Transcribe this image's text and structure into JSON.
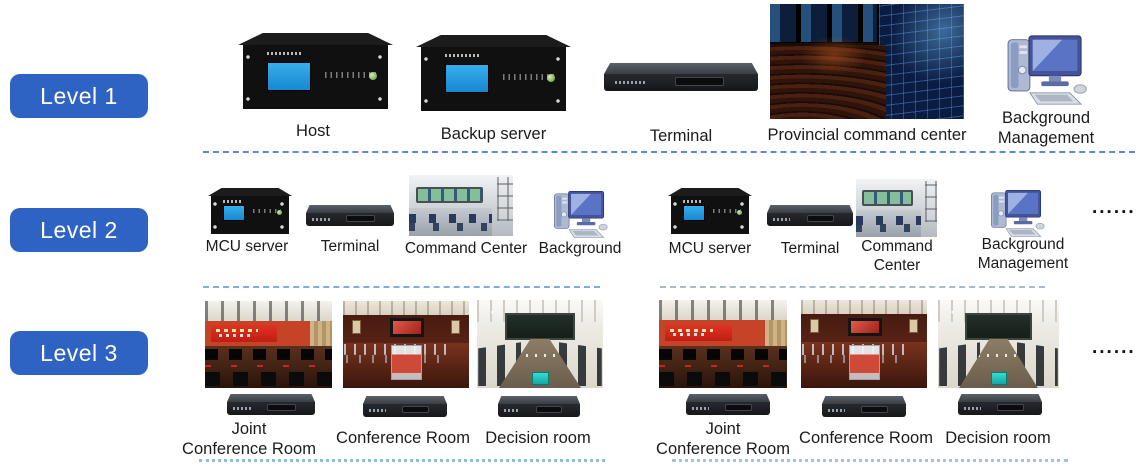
{
  "diagram": {
    "level1": {
      "badge": "Level 1",
      "host": "Host",
      "backup": "Backup server",
      "terminal": "Terminal",
      "provincial": "Provincial command center",
      "background_lines": [
        "Background",
        "Management"
      ]
    },
    "level2": {
      "badge": "Level 2",
      "ellipsis": "......",
      "groups": [
        {
          "mcu": "MCU server",
          "terminal": "Terminal",
          "command_center": "Command Center",
          "background": "Background"
        },
        {
          "mcu": "MCU server",
          "terminal": "Terminal",
          "command_center_lines": [
            "Command",
            "Center"
          ],
          "background_lines": [
            "Background",
            "Management"
          ]
        }
      ]
    },
    "level3": {
      "badge": "Level 3",
      "ellipsis": "......",
      "groups": [
        {
          "joint_lines": [
            "Joint",
            "Conference Room"
          ],
          "conference": "Conference Room",
          "decision": "Decision room"
        },
        {
          "joint_lines": [
            "Joint",
            "Conference Room"
          ],
          "conference": "Conference Room",
          "decision": "Decision room"
        }
      ]
    }
  }
}
